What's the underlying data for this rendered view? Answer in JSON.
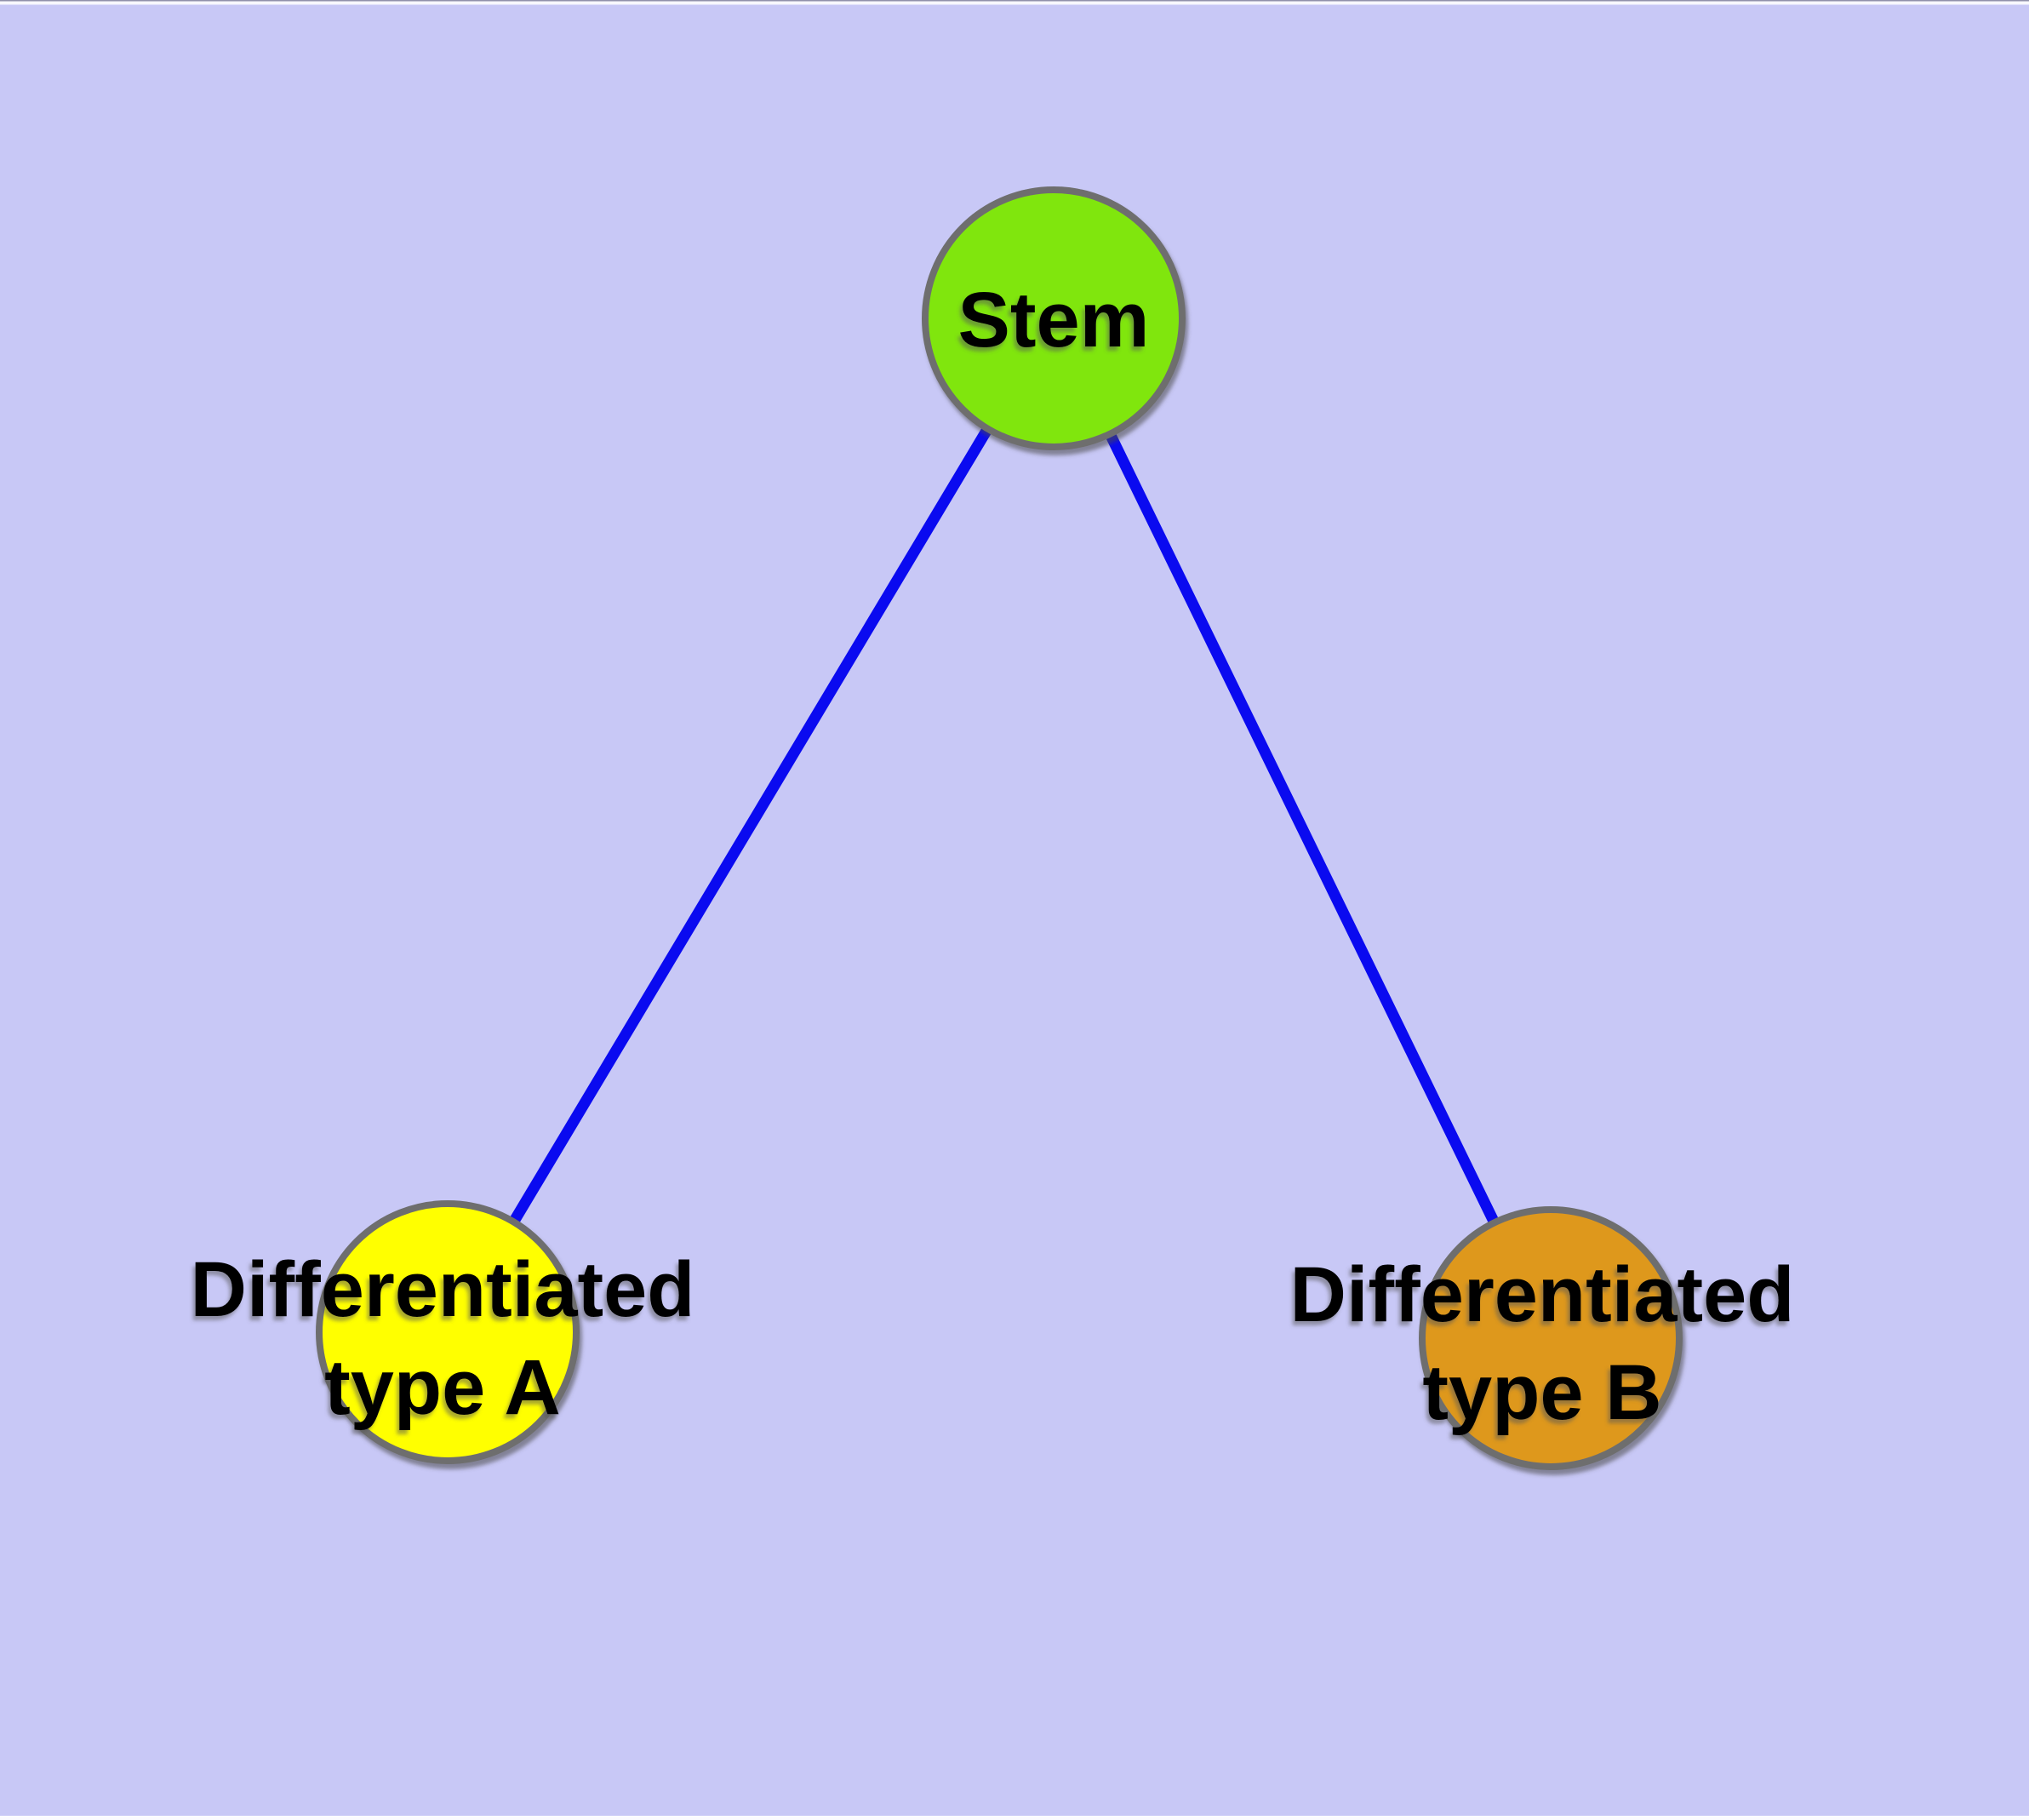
{
  "diagram": {
    "background_color": "#c8c8f6",
    "edge_color": "#0a0af0",
    "node_border_color": "#6e6e6e",
    "label_text_color": "#000000",
    "nodes": [
      {
        "id": "stem",
        "label": "Stem",
        "label_lines": [
          "Stem"
        ],
        "fill": "#80e60e"
      },
      {
        "id": "differentiated-type-a",
        "label": "Differentiated type A",
        "label_lines": [
          "Differentiated",
          "type A"
        ],
        "fill": "#ffff00"
      },
      {
        "id": "differentiated-type-b",
        "label": "Differentiated type B",
        "label_lines": [
          "Differentiated",
          "type B"
        ],
        "fill": "#de981f"
      }
    ],
    "edges": [
      {
        "from": "Stem",
        "to": "Differentiated type A"
      },
      {
        "from": "Stem",
        "to": "Differentiated type B"
      }
    ]
  }
}
